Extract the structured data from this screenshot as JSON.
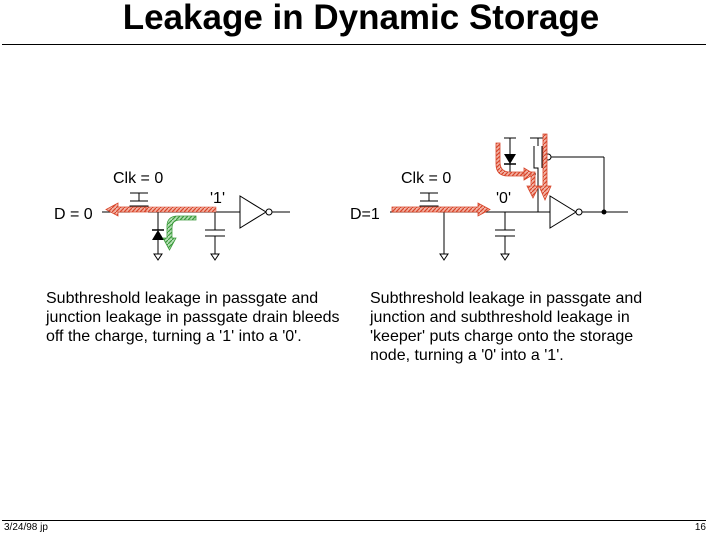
{
  "title": "Leakage in Dynamic Storage",
  "left_circuit": {
    "clk_label": "Clk = 0",
    "input_label": "D = 0",
    "node_label": "'1'",
    "caption": "Subthreshold leakage in passgate and junction leakage in passgate drain bleeds off the charge, turning a '1' into a '0'."
  },
  "right_circuit": {
    "clk_label": "Clk = 0",
    "input_label": "D=1",
    "node_label": "'0'",
    "caption": "Subthreshold leakage in passgate and junction and subthreshold leakage in 'keeper' puts charge onto the storage node, turning a '0' into a '1'."
  },
  "colors": {
    "leak_red": "#e0583a",
    "leak_green": "#3c9b3c",
    "wire": "#000000"
  },
  "footer": {
    "left": "3/24/98  jp",
    "page": "16"
  }
}
